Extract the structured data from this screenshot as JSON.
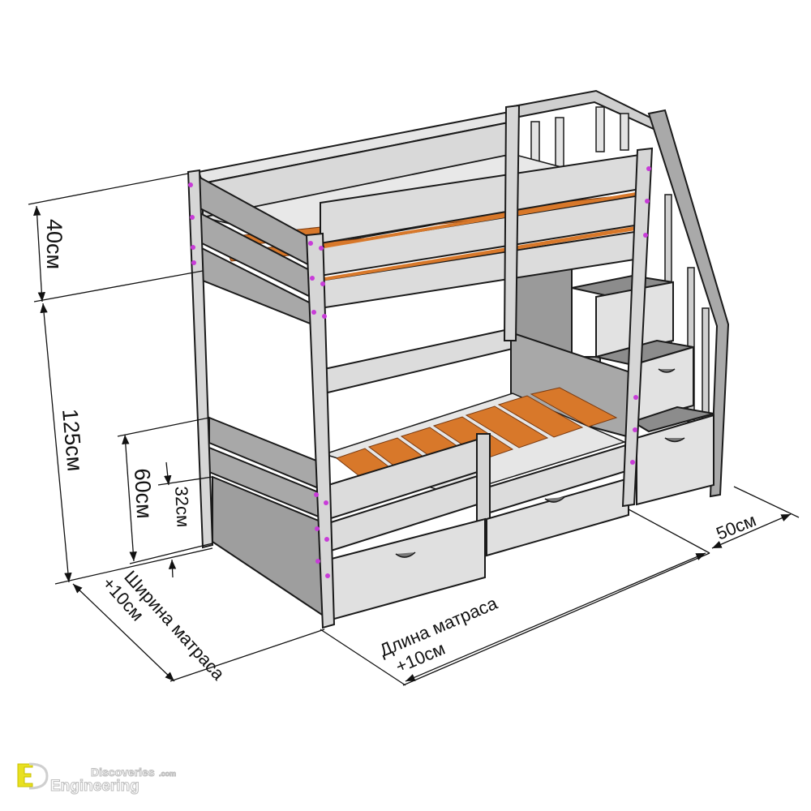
{
  "diagram": {
    "subject": "Bunk bed with staircase and storage drawers",
    "colors": {
      "frame_light": "#dcdcdc",
      "frame_mid": "#bdbdbd",
      "frame_dark": "#8f8f8f",
      "slat_orange": "#d8782a",
      "slat_dark": "#a8561a",
      "screw_magenta": "#c83cd8",
      "outline": "#1a1a1a",
      "dimension_line": "#111111"
    },
    "dimensions": {
      "upper_rail_height": "40см",
      "upper_bed_height": "125см",
      "lower_rail_height": "60см",
      "lower_board_height": "32см",
      "mattress_width_line1": "Ширина матраса",
      "mattress_width_line2": "+10см",
      "mattress_length_line1": "Длина матраса",
      "mattress_length_line2": "+10см",
      "stair_depth": "50см"
    }
  },
  "watermark": {
    "logo_letters": "ED",
    "line1": "Discoveries",
    "line1_suffix": ".com",
    "line2": "Engineering",
    "logo_color": "#e8e020"
  }
}
